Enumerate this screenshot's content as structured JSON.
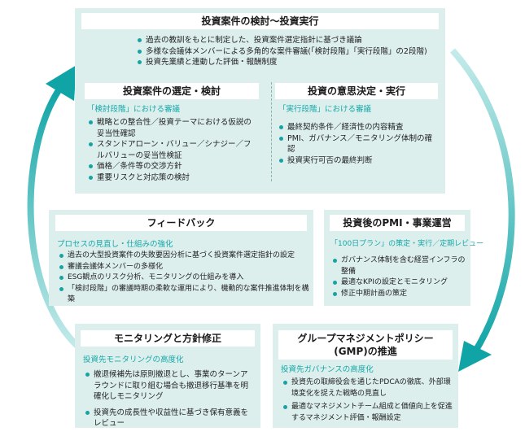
{
  "top": {
    "title": "投資案件の検討～投資実行",
    "items": [
      "過去の教訓をもとに制定した、投資案件選定指針に基づき議論",
      "多様な会議体メンバーによる多角的な案件審議(「検討段階」「実行段階」の2段階)",
      "投資先業績と連動した評価・報酬制度"
    ]
  },
  "selection": {
    "title": "投資案件の選定・検討",
    "subtitle": "「検討段階」における審議",
    "items": [
      "戦略との整合性／投資テーマにおける仮説の妥当性確認",
      "スタンドアローン・バリュー／シナジー／フルバリューの妥当性検証",
      "価格／条件等の交渉方針",
      "重要リスクと対応策の検討"
    ]
  },
  "decision": {
    "title": "投資の意思決定・実行",
    "subtitle": "「実行段階」における審議",
    "items": [
      "最終契約条件／経済性の内容精査",
      "PMI、ガバナンス／モニタリング体制の確認",
      "投資実行可否の最終判断"
    ]
  },
  "feedback": {
    "title": "フィードバック",
    "subtitle": "プロセスの見直し・仕組みの強化",
    "items": [
      "過去の大型投資案件の失敗要因分析に基づく投資案件選定指針の設定",
      "審議会議体メンバーの多様化",
      "ESG観点のリスク分析、モニタリングの仕組みを導入",
      "「検討段階」の審議時期の柔軟な運用により、機動的な案件推進体制を構築"
    ]
  },
  "pmi": {
    "title": "投資後のPMI・事業運営",
    "subtitle": "「100日プラン」の策定・実行／定期レビュー",
    "items": [
      "ガバナンス体制を含む経営インフラの整備",
      "最適なKPIの設定とモニタリング",
      "修正中期計画の策定"
    ]
  },
  "monitoring": {
    "title": "モニタリングと方針修正",
    "subtitle": "投資先モニタリングの高度化",
    "items": [
      "撤退候補先は原則撤退とし、事業のターンアラウンドに取り組む場合も撤退移行基準を明確化しモニタリング",
      "投資先の成長性や収益性に基づき保有意義をレビュー"
    ]
  },
  "gmp": {
    "title_line1": "グループマネジメントポリシー",
    "title_line2": "(GMP)の推進",
    "subtitle": "投資先ガバナンスの高度化",
    "items": [
      "投資先の取締役会を通じたPDCAの徹底、外部環境変化を捉えた戦略の見直し",
      "最適なマネジメントチーム組成と価値向上を促進するマネジメント評価・報酬設定"
    ]
  },
  "colors": {
    "accent": "#17a3a4",
    "panel": "#dcefed",
    "arrow_light": "#b7e6e6",
    "arrow_dark": "#0aa0a3"
  }
}
